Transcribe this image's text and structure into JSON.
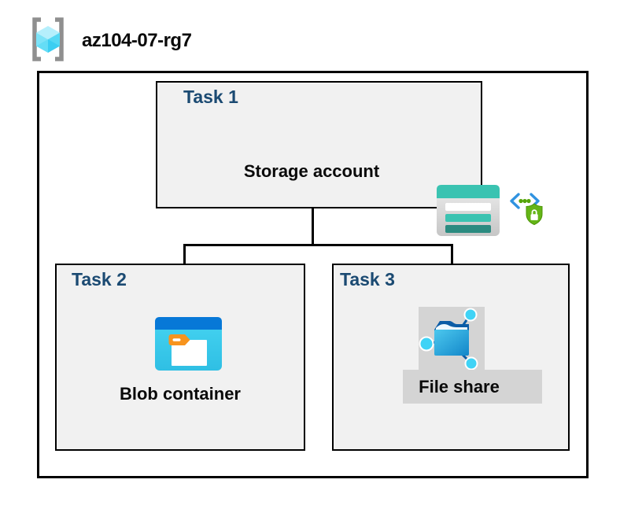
{
  "header": {
    "title": "az104-07-rg7",
    "icon": "resource-group-icon"
  },
  "tasks": [
    {
      "label": "Task 1",
      "item": "Storage account",
      "icons": [
        "storage-account-icon",
        "secure-endpoint-icon"
      ]
    },
    {
      "label": "Task 2",
      "item": "Blob container",
      "icons": [
        "blob-container-icon"
      ]
    },
    {
      "label": "Task 3",
      "item": "File share",
      "icons": [
        "file-share-icon"
      ]
    }
  ],
  "colors": {
    "task_label_blue": "#1b4a72",
    "box_fill": "#f1f1f1",
    "border_black": "#000000",
    "storage_teal": "#3ac3b1",
    "storage_teal_dark": "#2b8b80",
    "blob_bar_blue": "#0778d7",
    "blob_body_cyan": "#3ed1f0",
    "folder_tab_orange": "#f7941e",
    "endpoint_chevron_blue": "#3093e0",
    "endpoint_shield_green": "#64b517",
    "share_dot_cyan": "#3fd3f6",
    "share_folder_navy": "#0b5ca6",
    "icon_gray_bg": "#d4d4d4",
    "rg_bracket_gray": "#8f8f8f",
    "rg_cube_cyan": "#55d8f4"
  }
}
